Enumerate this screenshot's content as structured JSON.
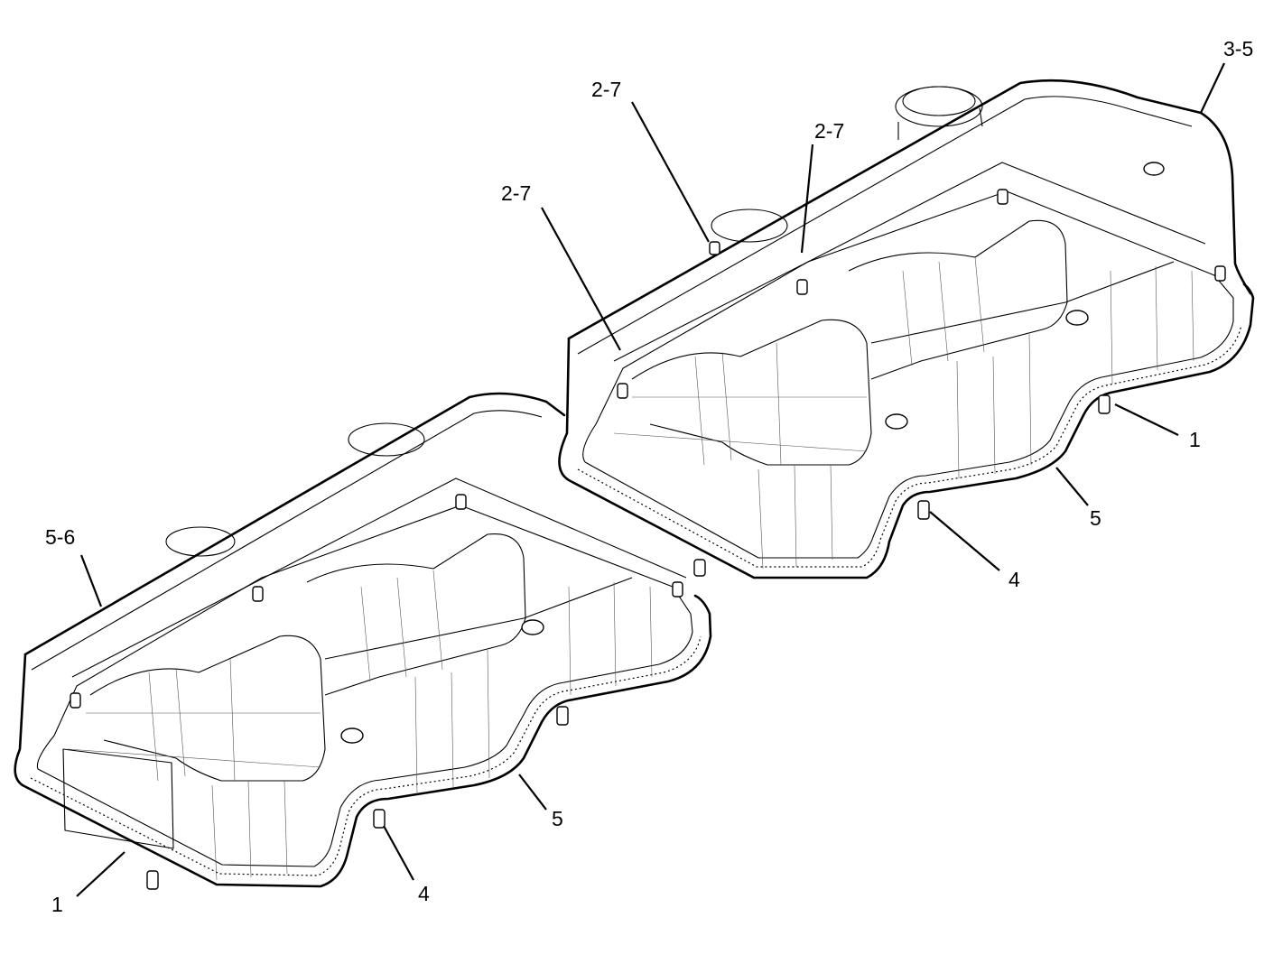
{
  "callouts": [
    {
      "label": "3-5"
    },
    {
      "label": "2-7"
    },
    {
      "label": "2-7"
    },
    {
      "label": "2-7"
    },
    {
      "label": "1"
    },
    {
      "label": "5"
    },
    {
      "label": "4"
    },
    {
      "label": "5-6"
    },
    {
      "label": "5"
    },
    {
      "label": "4"
    },
    {
      "label": "1"
    }
  ]
}
